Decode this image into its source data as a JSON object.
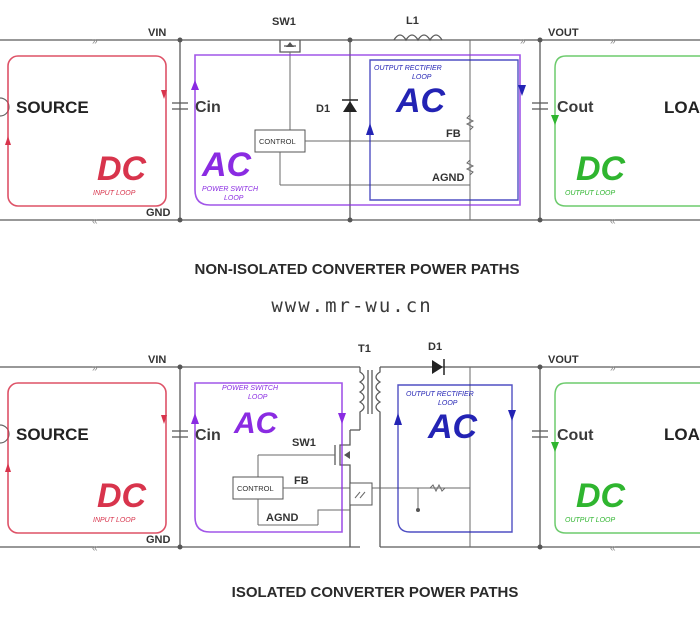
{
  "top": {
    "title": "NON-ISOLATED CONVERTER POWER PATHS",
    "labels": {
      "vin": "VIN",
      "gnd": "GND",
      "sw1": "SW1",
      "l1": "L1",
      "vout": "VOUT",
      "d1": "D1",
      "fb": "FB",
      "agnd": "AGND",
      "control": "CONTROL",
      "source": "SOURCE",
      "cin": "Cin",
      "cout": "Cout",
      "load": "LOAD"
    },
    "loops": {
      "input": {
        "type": "DC",
        "name": "INPUT LOOP",
        "color": "#d8344c"
      },
      "switch": {
        "type": "AC",
        "name_line1": "POWER SWITCH",
        "name_line2": "LOOP",
        "color": "#8a2be2"
      },
      "rectifier": {
        "type": "AC",
        "name_line1": "OUTPUT RECTIFIER",
        "name_line2": "LOOP",
        "color": "#2323b4"
      },
      "output": {
        "type": "DC",
        "name": "OUTPUT LOOP",
        "color": "#2fb52f"
      }
    }
  },
  "watermark": "www.mr-wu.cn",
  "bottom": {
    "title": "ISOLATED CONVERTER POWER PATHS",
    "labels": {
      "vin": "VIN",
      "gnd": "GND",
      "t1": "T1",
      "d1": "D1",
      "vout": "VOUT",
      "sw1": "SW1",
      "fb": "FB",
      "agnd": "AGND",
      "control": "CONTROL",
      "source": "SOURCE",
      "cin": "Cin",
      "cout": "Cout",
      "load": "LOAD"
    },
    "loops": {
      "input": {
        "type": "DC",
        "name": "INPUT LOOP",
        "color": "#d8344c"
      },
      "switch": {
        "type": "AC",
        "name_line1": "POWER SWITCH",
        "name_line2": "LOOP",
        "color": "#8a2be2"
      },
      "rectifier": {
        "type": "AC",
        "name_line1": "OUTPUT RECTIFIER",
        "name_line2": "LOOP",
        "color": "#2323b4"
      },
      "output": {
        "type": "DC",
        "name": "OUTPUT LOOP",
        "color": "#2fb52f"
      }
    }
  }
}
